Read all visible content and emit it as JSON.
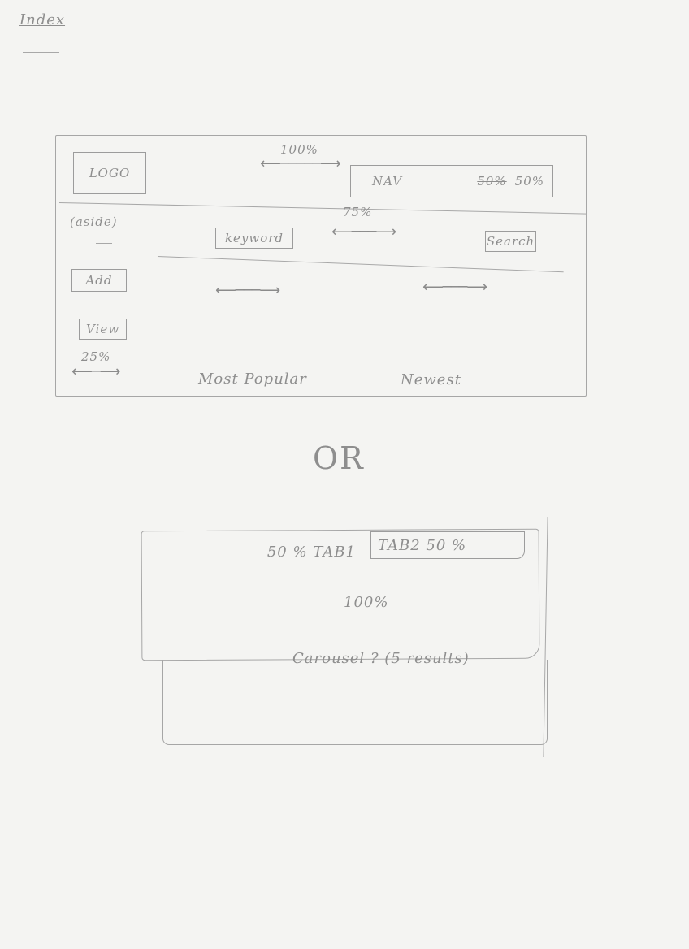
{
  "page": {
    "title": "Index"
  },
  "layout_a": {
    "header": {
      "width_label": "100%",
      "logo_label": "LOGO",
      "nav_label": "NAV",
      "nav_strike_label": "50%",
      "nav_width_label": "50%"
    },
    "aside": {
      "title": "(aside)",
      "add_label": "Add",
      "view_label": "View",
      "width_label": "25%"
    },
    "main": {
      "width_label": "75%",
      "keyword_label": "keyword",
      "search_label": "Search",
      "columns": [
        {
          "label": "Most Popular"
        },
        {
          "label": "Newest"
        }
      ]
    }
  },
  "separator": {
    "label": "OR"
  },
  "layout_b": {
    "tab1": {
      "label": "50 % TAB1"
    },
    "tab2": {
      "label": "TAB2 50 %"
    },
    "width_label": "100%",
    "carousel_label": "Carousel ? (5 results)"
  }
}
